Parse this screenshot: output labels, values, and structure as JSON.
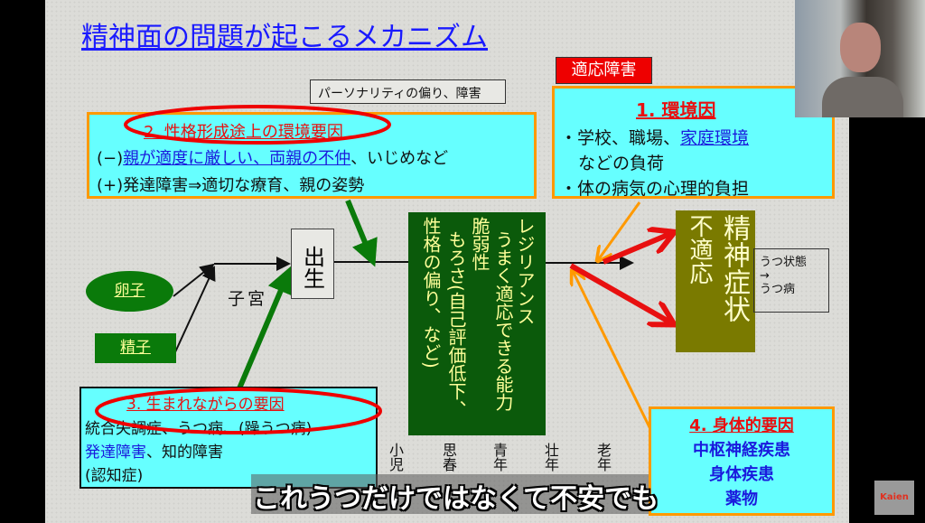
{
  "slide": {
    "title": "精神面の問題が起こるメカニズム",
    "personality_label": "パーソナリティの偏り、障害",
    "adjustment_label": "適応障害",
    "factor2": {
      "title": "2. 性格形成途上の環境要因",
      "line1_prefix": "(−)",
      "line1_link": "親が適度に厳しい、両親の不仲",
      "line1_suffix": "、いじめなど",
      "line2": "(+)発達障害⇒適切な療育、親の姿勢"
    },
    "factor1": {
      "title": "1. 環境因",
      "line1_prefix": "・学校、職場、",
      "line1_link": "家庭環境",
      "line2": "などの負荷",
      "line3": "・体の病気の心理的負担"
    },
    "birth": "出生",
    "egg": "卵子",
    "sperm": "精子",
    "womb": "子宮",
    "resilience": {
      "col1": "レジリアンス",
      "col2": "うまく適応できる能力",
      "col3": "脆弱性",
      "col4": "もろさ(自己評価低下、",
      "col5": "性格の偏り、など)"
    },
    "outcome": {
      "col1": "精神症状",
      "col2": "不適応"
    },
    "depression": {
      "line1": "うつ状態",
      "arrow": "→",
      "line2": "うつ病"
    },
    "factor3": {
      "title": "3. 生まれながらの要因",
      "line1": "統合失調症、うつ病、(躁うつ病)",
      "line2_blue": "発達障害",
      "line2_rest": "、知的障害",
      "line3": "(認知症)"
    },
    "factor4": {
      "title": "4. 身体的要因",
      "line1": "中枢神経疾患",
      "line2": "身体疾患",
      "line3": "薬物"
    },
    "ages": [
      "小児",
      "思春",
      "青年",
      "壮年",
      "老年"
    ]
  },
  "subtitle": "これうつだけではなくて不安でも",
  "logo": "Kaien",
  "colors": {
    "cyan": "#66ffff",
    "orange": "#ff9900",
    "green": "#0b5a0b",
    "olive": "#7a7a00",
    "red": "#e81010",
    "blue": "#1a1add"
  }
}
